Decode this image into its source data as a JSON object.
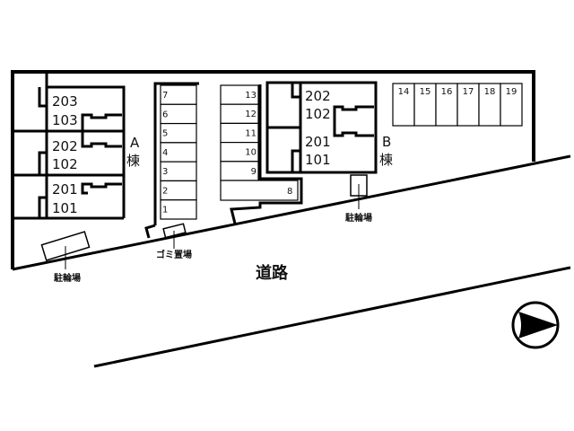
{
  "building_a": {
    "name_letter": "A",
    "name_suffix": "棟",
    "units": [
      {
        "upper": "203",
        "lower": "103"
      },
      {
        "upper": "202",
        "lower": "102"
      },
      {
        "upper": "201",
        "lower": "101"
      }
    ]
  },
  "building_b": {
    "name_letter": "B",
    "name_suffix": "棟",
    "units": [
      {
        "upper": "202",
        "lower": "102"
      },
      {
        "upper": "201",
        "lower": "101"
      }
    ]
  },
  "parking": {
    "left_column": [
      "7",
      "6",
      "5",
      "4",
      "3",
      "2",
      "1"
    ],
    "middle_column": [
      "13",
      "12",
      "11",
      "10",
      "9"
    ],
    "bottom_row": "8",
    "top_right_row": [
      "14",
      "15",
      "16",
      "17",
      "18",
      "19"
    ]
  },
  "labels": {
    "bike_parking_a": "駐輪場",
    "bike_parking_b": "駐輪場",
    "garbage": "ゴミ置場",
    "road": "道路"
  },
  "compass": {
    "direction": "east"
  }
}
